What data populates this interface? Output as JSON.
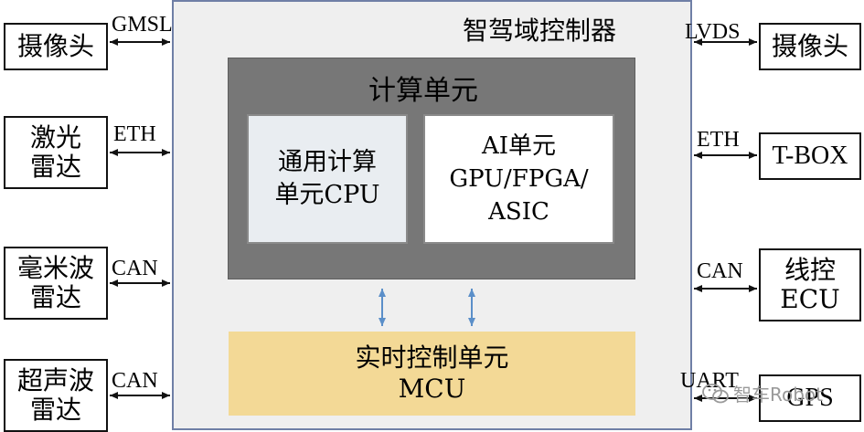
{
  "controller": {
    "title": "智驾域控制器"
  },
  "compute_unit": {
    "title": "计算单元",
    "cpu_label": "通用计算\n单元CPU",
    "ai_label_lines": [
      "AI单元",
      "GPU/FPGA/",
      "ASIC"
    ]
  },
  "mcu_unit": {
    "label_lines": [
      "实时控制单元",
      "MCU"
    ]
  },
  "left_devices": [
    {
      "label": "摄像头",
      "protocol": "GMSL"
    },
    {
      "label": "激光\n雷达",
      "protocol": "ETH"
    },
    {
      "label": "毫米波\n雷达",
      "protocol": "CAN"
    },
    {
      "label": "超声波\n雷达",
      "protocol": "CAN"
    }
  ],
  "right_devices": [
    {
      "label": "摄像头",
      "protocol": "LVDS"
    },
    {
      "label": "T-BOX",
      "protocol": "ETH"
    },
    {
      "label": "线控\nECU",
      "protocol": "CAN"
    },
    {
      "label": "GPS",
      "protocol": "UART"
    }
  ],
  "watermark": {
    "text": "智车Robot",
    "icon": "wechat-icon"
  },
  "colors": {
    "controller_border": "#6f7fa6",
    "compute_fill": "#777777",
    "mcu_fill": "#f3d996",
    "internal_arrow": "#5b8fc9"
  }
}
